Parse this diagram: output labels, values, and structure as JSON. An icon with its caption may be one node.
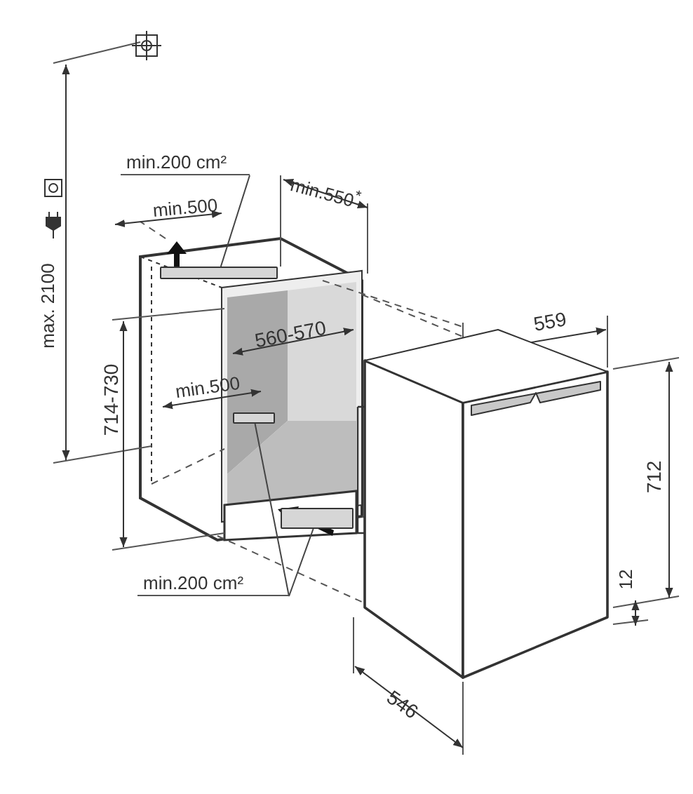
{
  "diagram": {
    "nodes": [
      {
        "text": [
          "min.200 cm²"
        ]
      },
      {
        "text": [],
        "shape": "bar"
      },
      {
        "text": [
          "min.200 cm²"
        ]
      },
      {
        "text": [],
        "shape": "bar"
      },
      {
        "text": [],
        "shape": "bar"
      }
    ],
    "edges": [
      {
        "from": 0,
        "to": 1,
        "arrow": "none"
      },
      {
        "from": 2,
        "to": 3,
        "arrow": "none"
      },
      {
        "from": 2,
        "to": 4,
        "arrow": "none"
      }
    ],
    "labels": [
      "min.550$^{*}$",
      "min.500",
      "max. 2100",
      "560-570",
      "559",
      "714-730",
      "min.500",
      "712",
      "12",
      "546"
    ]
  }
}
